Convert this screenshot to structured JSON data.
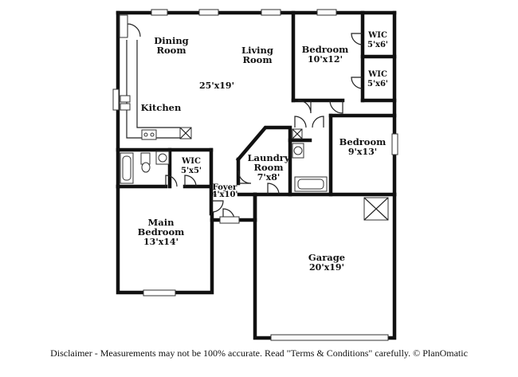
{
  "rooms": {
    "dining": {
      "name_line1": "Dining",
      "name_line2": "Room"
    },
    "living": {
      "name_line1": "Living",
      "name_line2": "Room"
    },
    "great_room_dims": "25'x19'",
    "kitchen": {
      "name": "Kitchen"
    },
    "bedroom_ne": {
      "name": "Bedroom",
      "dims": "10'x12'"
    },
    "wic_ne_top": {
      "name": "WIC",
      "dims": "5'x6'"
    },
    "wic_ne_bottom": {
      "name": "WIC",
      "dims": "5'x6'"
    },
    "bedroom_e": {
      "name": "Bedroom",
      "dims": "9'x13'"
    },
    "wic_main": {
      "name": "WIC",
      "dims": "5'x5'"
    },
    "laundry": {
      "name_line1": "Laundry",
      "name_line2": "Room",
      "dims": "7'x8'"
    },
    "foyer": {
      "name": "Foyer",
      "dims": "4'x10'"
    },
    "main_bedroom": {
      "name_line1": "Main",
      "name_line2": "Bedroom",
      "dims": "13'x14'"
    },
    "garage": {
      "name": "Garage",
      "dims": "20'x19'"
    }
  },
  "disclaimer": "Disclaimer - Measurements may not be 100% accurate. Read \"Terms & Conditions\" carefully. © PlanOmatic"
}
